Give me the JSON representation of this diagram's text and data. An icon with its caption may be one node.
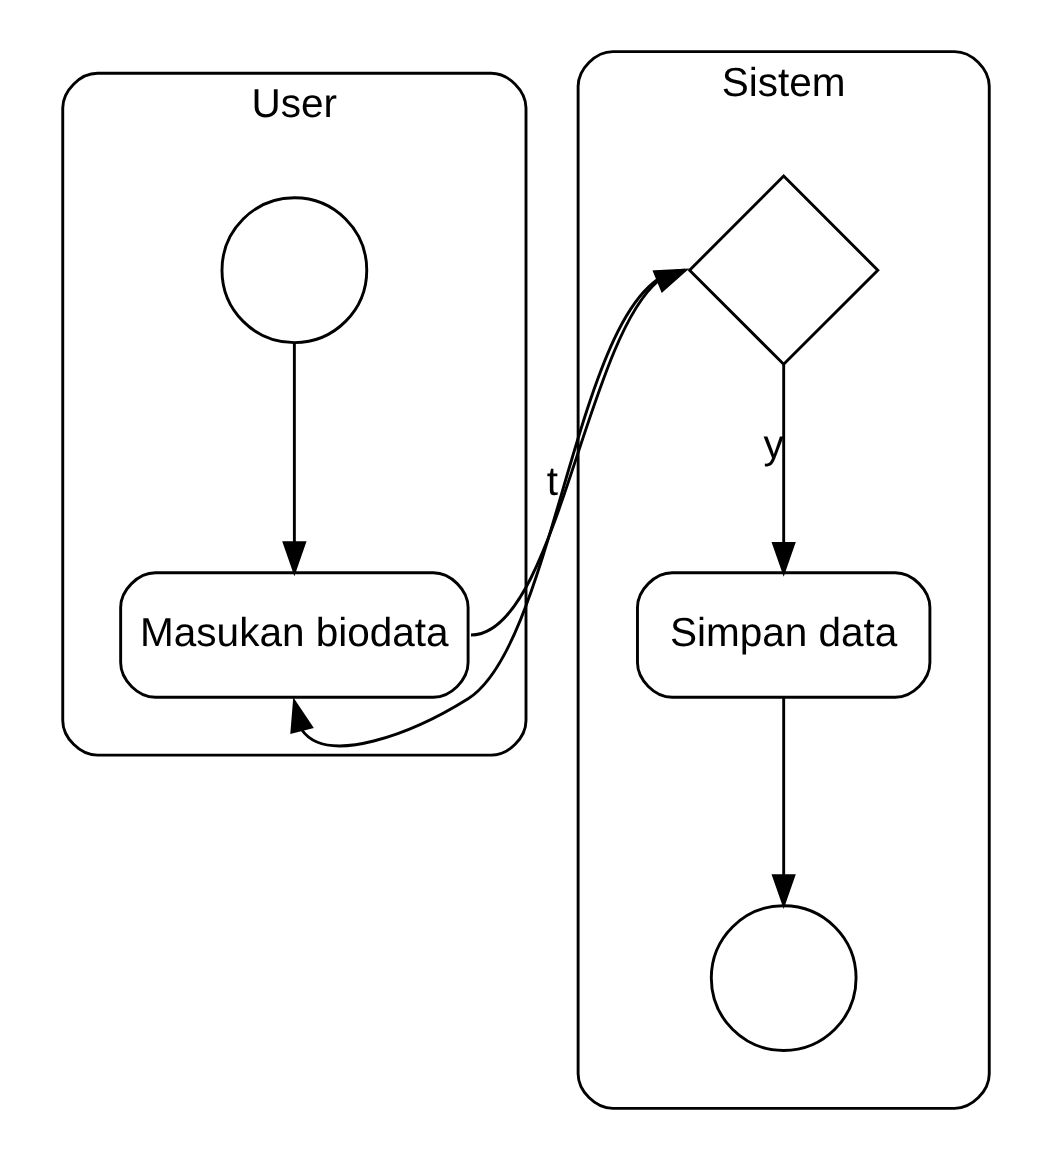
{
  "diagram": {
    "nodes": [
      {
        "text": [
          "User"
        ]
      },
      {
        "text": [
          "Sistem"
        ]
      },
      {
        "text": [],
        "shape": "circle",
        "in": 0
      },
      {
        "text": [
          "Masukan biodata"
        ],
        "in": 0
      },
      {
        "text": [],
        "shape": "diamond",
        "in": 1
      },
      {
        "text": [
          "Simpan data"
        ],
        "in": 1
      },
      {
        "text": [],
        "shape": "circle",
        "in": 1
      }
    ],
    "edges": [
      {
        "from": 2,
        "to": 3,
        "arrow": "to"
      },
      {
        "from": 3,
        "to": 4,
        "arrow": "to"
      },
      {
        "from": 4,
        "to": 3,
        "arrow": "to",
        "label": "t"
      },
      {
        "from": 4,
        "to": 5,
        "arrow": "to",
        "label": "y"
      },
      {
        "from": 5,
        "to": 6,
        "arrow": "to"
      }
    ]
  }
}
